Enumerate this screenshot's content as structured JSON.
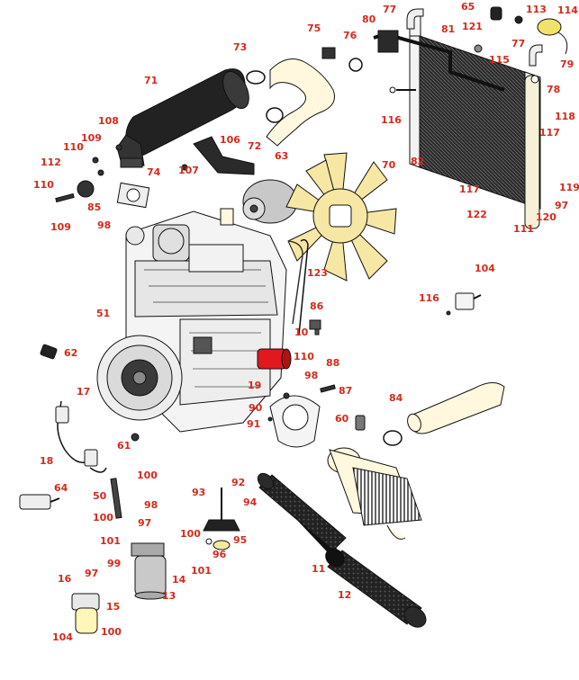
{
  "colors": {
    "callout_red": "#d42a1c",
    "part_black": "#1c1c1c",
    "part_gray": "#b9b9b9",
    "part_cream": "#fff7c4",
    "fan_yellow": "#f7e7a4",
    "filter_red": "#e0191c",
    "filter_silver": "#c9c9c9",
    "radiator_core": "#3a3a3a"
  },
  "callouts": [
    {
      "id": "c65",
      "label": "65"
    },
    {
      "id": "c113",
      "label": "113"
    },
    {
      "id": "c114",
      "label": "114"
    },
    {
      "id": "c77a",
      "label": "77"
    },
    {
      "id": "c80",
      "label": "80"
    },
    {
      "id": "c121",
      "label": "121"
    },
    {
      "id": "c81",
      "label": "81"
    },
    {
      "id": "c115",
      "label": "115"
    },
    {
      "id": "c77b",
      "label": "77"
    },
    {
      "id": "c79",
      "label": "79"
    },
    {
      "id": "c78",
      "label": "78"
    },
    {
      "id": "c75",
      "label": "75"
    },
    {
      "id": "c76",
      "label": "76"
    },
    {
      "id": "c73",
      "label": "73"
    },
    {
      "id": "c71",
      "label": "71"
    },
    {
      "id": "c116a",
      "label": "116"
    },
    {
      "id": "c118",
      "label": "118"
    },
    {
      "id": "c117a",
      "label": "117"
    },
    {
      "id": "c82",
      "label": "82"
    },
    {
      "id": "c117b",
      "label": "117"
    },
    {
      "id": "c119",
      "label": "119"
    },
    {
      "id": "c97a",
      "label": "97"
    },
    {
      "id": "c122",
      "label": "122"
    },
    {
      "id": "c120",
      "label": "120"
    },
    {
      "id": "c111",
      "label": "111"
    },
    {
      "id": "c108",
      "label": "108"
    },
    {
      "id": "c109a",
      "label": "109"
    },
    {
      "id": "c106",
      "label": "106"
    },
    {
      "id": "c110a",
      "label": "110"
    },
    {
      "id": "c107",
      "label": "107"
    },
    {
      "id": "c72",
      "label": "72"
    },
    {
      "id": "c112",
      "label": "112"
    },
    {
      "id": "c74",
      "label": "74"
    },
    {
      "id": "c63",
      "label": "63"
    },
    {
      "id": "c70",
      "label": "70"
    },
    {
      "id": "c110b",
      "label": "110"
    },
    {
      "id": "c85",
      "label": "85"
    },
    {
      "id": "c98a",
      "label": "98"
    },
    {
      "id": "c109b",
      "label": "109"
    },
    {
      "id": "c123",
      "label": "123"
    },
    {
      "id": "c104a",
      "label": "104"
    },
    {
      "id": "c116b",
      "label": "116"
    },
    {
      "id": "c51",
      "label": "51"
    },
    {
      "id": "c86",
      "label": "86"
    },
    {
      "id": "c10",
      "label": "10"
    },
    {
      "id": "c62",
      "label": "62"
    },
    {
      "id": "c110c",
      "label": "110"
    },
    {
      "id": "c88",
      "label": "88"
    },
    {
      "id": "c98b",
      "label": "98"
    },
    {
      "id": "c87",
      "label": "87"
    },
    {
      "id": "c19",
      "label": "19"
    },
    {
      "id": "c17",
      "label": "17"
    },
    {
      "id": "c84",
      "label": "84"
    },
    {
      "id": "c90",
      "label": "90"
    },
    {
      "id": "c91",
      "label": "91"
    },
    {
      "id": "c60",
      "label": "60"
    },
    {
      "id": "c61",
      "label": "61"
    },
    {
      "id": "c18",
      "label": "18"
    },
    {
      "id": "c50",
      "label": "50"
    },
    {
      "id": "c100a",
      "label": "100"
    },
    {
      "id": "c64",
      "label": "64"
    },
    {
      "id": "c93",
      "label": "93"
    },
    {
      "id": "c92",
      "label": "92"
    },
    {
      "id": "c94",
      "label": "94"
    },
    {
      "id": "c98c",
      "label": "98"
    },
    {
      "id": "c100b",
      "label": "100"
    },
    {
      "id": "c97b",
      "label": "97"
    },
    {
      "id": "c101a",
      "label": "101"
    },
    {
      "id": "c100c",
      "label": "100"
    },
    {
      "id": "c95",
      "label": "95"
    },
    {
      "id": "c96",
      "label": "96"
    },
    {
      "id": "c99",
      "label": "99"
    },
    {
      "id": "c101b",
      "label": "101"
    },
    {
      "id": "c14",
      "label": "14"
    },
    {
      "id": "c11",
      "label": "11"
    },
    {
      "id": "c97c",
      "label": "97"
    },
    {
      "id": "c16",
      "label": "16"
    },
    {
      "id": "c15",
      "label": "15"
    },
    {
      "id": "c13",
      "label": "13"
    },
    {
      "id": "c12",
      "label": "12"
    },
    {
      "id": "c104b",
      "label": "104"
    },
    {
      "id": "c100d",
      "label": "100"
    }
  ]
}
